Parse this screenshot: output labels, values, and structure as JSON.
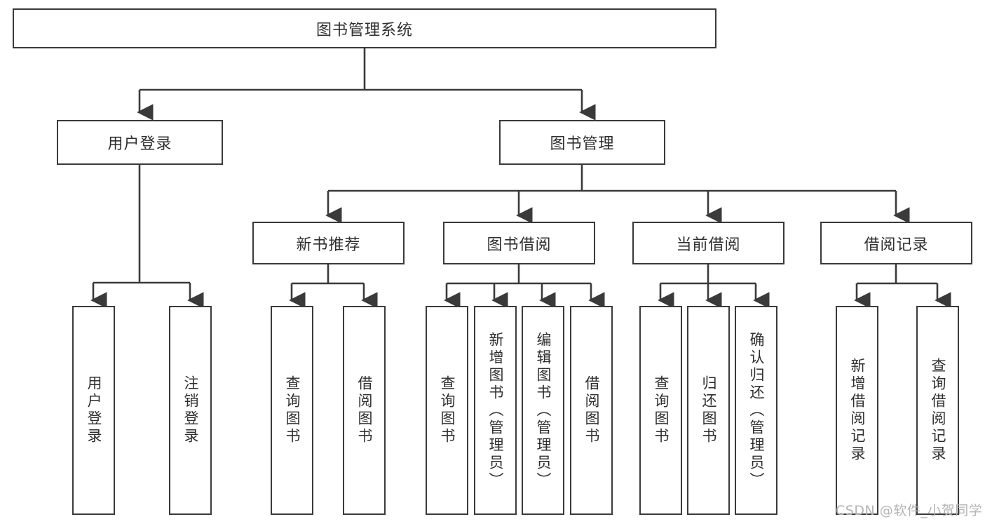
{
  "diagram": {
    "title": "图书管理系统",
    "type": "hierarchy-tree",
    "watermark": "CSDN @软件_小贺同学",
    "colors": {
      "border": "#3a3a3a",
      "text": "#2f2f2f",
      "background": "#ffffff",
      "watermark": "#b4b4b4"
    },
    "nodes": {
      "root": "图书管理系统",
      "level2": [
        "用户登录",
        "图书管理"
      ],
      "level3": [
        "新书推荐",
        "图书借阅",
        "当前借阅",
        "借阅记录"
      ],
      "leaves": {
        "user_login": [
          "用户登录",
          "注销登录"
        ],
        "new_book_recommend": [
          "查询图书",
          "借阅图书"
        ],
        "book_borrow": [
          "查询图书",
          "新增图书（管理员）",
          "编辑图书（管理员）",
          "借阅图书"
        ],
        "current_borrow": [
          "查询图书",
          "归还图书",
          "确认归还（管理员）"
        ],
        "borrow_record": [
          "新增借阅记录",
          "查询借阅记录"
        ]
      }
    }
  }
}
